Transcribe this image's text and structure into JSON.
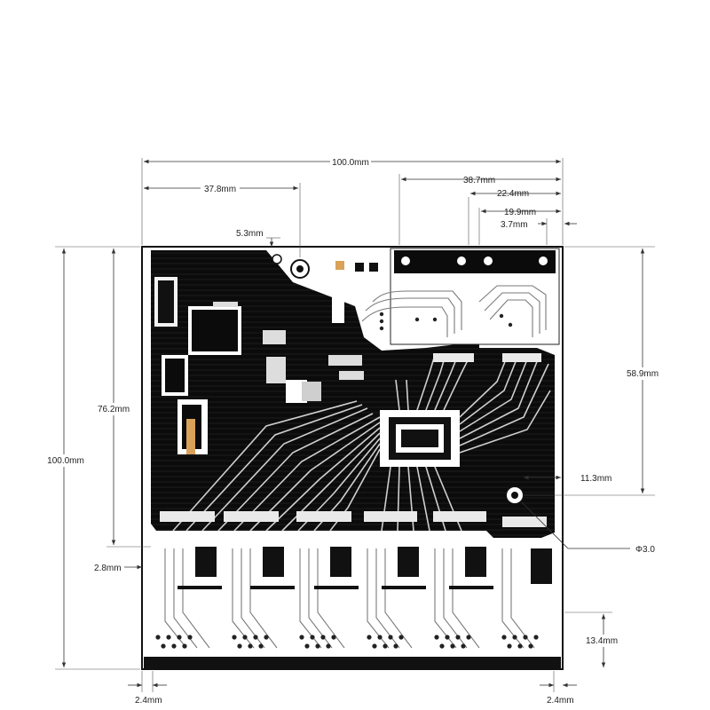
{
  "diagram": {
    "colors": {
      "board_outline": "#111111",
      "copper_fill": "#0a0a0a",
      "trace": "#7a7a7a",
      "pad": "#e9e9e9",
      "accent_orange": "#d9a15a",
      "dimension_line": "#333333"
    },
    "dimensions": {
      "top_total_width": "100.0mm",
      "top_left_offset": "37.8mm",
      "hole_offset": "5.3mm",
      "top_right_1": "38.7mm",
      "top_right_2": "22.4mm",
      "top_right_3": "19.9mm",
      "top_right_4": "3.7mm",
      "left_total_height": "100.0mm",
      "left_inner_height": "76.2mm",
      "left_hole_offset": "2.8mm",
      "right_upper_height": "58.9mm",
      "right_hole_offset": "11.3mm",
      "hole_diameter": "Φ3.0",
      "right_lower_height": "13.4mm",
      "bottom_left": "2.4mm",
      "bottom_right": "2.4mm"
    }
  }
}
